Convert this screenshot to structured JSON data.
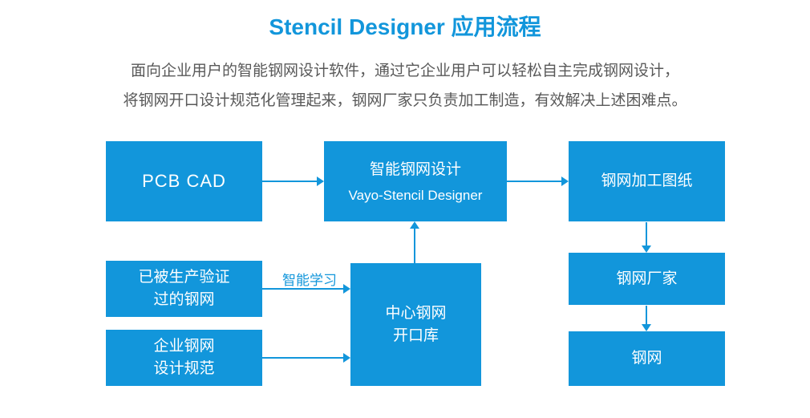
{
  "page": {
    "title": "Stencil Designer 应用流程",
    "description_line1": "面向企业用户的智能钢网设计软件，通过它企业用户可以轻松自主完成钢网设计，",
    "description_line2": "将钢网开口设计规范化管理起来，钢网厂家只负责加工制造，有效解决上述困难点。"
  },
  "diagram": {
    "nodes": {
      "pcb_cad": {
        "label": "PCB CAD"
      },
      "smart_design": {
        "title": "智能钢网设计",
        "subtitle": "Vayo-Stencil Designer"
      },
      "stencil_drawing": {
        "label": "钢网加工图纸"
      },
      "verified_stencil": {
        "line1": "已被生产验证",
        "line2": "过的钢网"
      },
      "design_spec": {
        "line1": "企业钢网",
        "line2": "设计规范"
      },
      "central_library": {
        "line1": "中心钢网",
        "line2": "开口库"
      },
      "stencil_factory": {
        "label": "钢网厂家"
      },
      "stencil": {
        "label": "钢网"
      }
    },
    "arrow_label": "智能学习"
  },
  "colors": {
    "box_blue": "#1296db",
    "title_blue": "#1296db",
    "text_gray": "#595959"
  }
}
